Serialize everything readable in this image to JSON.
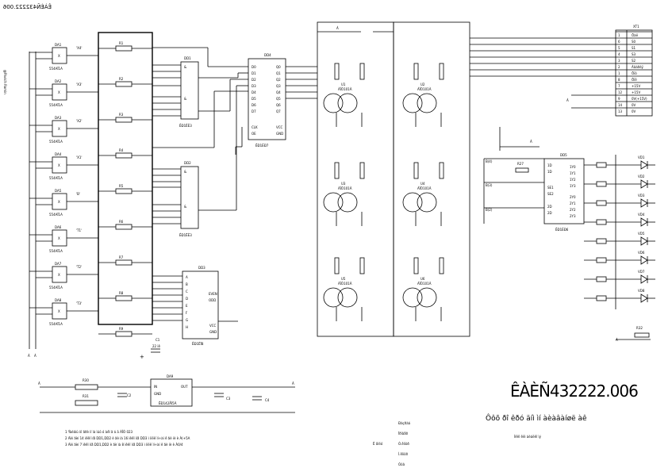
{
  "doc_number_mirrored": "ÊÀÈÑ432222.006",
  "side_label": "@Pavich Romin",
  "title_block": {
    "number": "ÊÀÈÑ432222.006",
    "name": "Ôôõ ðî êðó äíì  ìí àèàâàíøë àê",
    "sheet": "Ìêêî êëì áèáëêî ìý"
  },
  "notes": [
    "1 Ýàèâìû  ìíî ãðè ìî ìà ìûõ ó àêî ã á ä ÀÎÒ 023",
    "2 Ãèí ãèí 14   ìêêî ìíå  DD1,DD2 è ãè ìà 16  ìêêî ìíå  DD3 ì ìîëê ìî÷àí ê ãè íè è À(+5A",
    "3 Ãèí ãèí 7    ìêêî ìíå  DD1,DD2 è ãè ìà 8   ìêêî ìíå  DD3 ì ìîëê ìî÷àí ê ãè íè è À0/4"
  ],
  "signatures": [
    "Ðàçðàá",
    "Ïðîâåð",
    "Ò.êîíòð",
    "Í.êîíòð",
    "Óòâ"
  ],
  "signatures_left": [
    "",
    "",
    "Ë ôîëó",
    "",
    ""
  ],
  "opto_left": [
    {
      "ref": "DA1",
      "label": "'X4'",
      "part": "554AÏ1A"
    },
    {
      "ref": "DA2",
      "label": "'X3'",
      "part": "554AÏ1A"
    },
    {
      "ref": "DA3",
      "label": "'X2'",
      "part": "554AÏ1A"
    },
    {
      "ref": "DA4",
      "label": "'X1'",
      "part": "554AÏ1A"
    },
    {
      "ref": "DA5",
      "label": "'B'",
      "part": "554AÏ1A"
    },
    {
      "ref": "DA6",
      "label": "'T1'",
      "part": "554AÏ1A"
    },
    {
      "ref": "DA7",
      "label": "'T2'",
      "part": "554AÏ1A"
    },
    {
      "ref": "DA8",
      "label": "'T3'",
      "part": "554AÏ1A"
    }
  ],
  "resistors_col": [
    "R1",
    "R2",
    "R3",
    "R4",
    "R5",
    "R6",
    "R7",
    "R8",
    "R9"
  ],
  "chips": {
    "dd1": "ÊÐ1ËÈ3",
    "dd2": "ÊÐ1ËÈ3",
    "dd3": "ÊÐ1ËÏ8",
    "dd4": "ÊÐ1ÈÐ7",
    "dd5": "ÊÐ1ÈÐ6",
    "da9": "ÊÐ142ÅÍ5À"
  },
  "optocouplers": [
    {
      "ref": "U1",
      "part": "ÀÎÒ101À"
    },
    {
      "ref": "U2",
      "part": "ÀÎÒ101À"
    },
    {
      "ref": "U3",
      "part": "ÀÎÒ101À"
    },
    {
      "ref": "U4",
      "part": "ÀÎÒ101À"
    },
    {
      "ref": "U5",
      "part": "ÀÎÒ101À"
    },
    {
      "ref": "U6",
      "part": "ÀÎÒ101À"
    }
  ],
  "connector": {
    "ref": "XT1",
    "rows": [
      {
        "pin": "1",
        "label": "Öàë"
      },
      {
        "pin": "6",
        "label": "S0"
      },
      {
        "pin": "5",
        "label": "S1"
      },
      {
        "pin": "4",
        "label": "S3"
      },
      {
        "pin": "3",
        "label": "S2"
      },
      {
        "pin": "2",
        "label": "Àâàðèÿ"
      },
      {
        "pin": "1",
        "label": "Öïò"
      },
      {
        "pin": "8",
        "label": "Öïë"
      },
      {
        "pin": "7",
        "label": "+15V"
      },
      {
        "pin": "12",
        "label": "+15V"
      },
      {
        "pin": "9",
        "label": "0V(+15V)"
      },
      {
        "pin": "14",
        "label": "0V"
      },
      {
        "pin": "13",
        "label": "0V"
      }
    ]
  },
  "leds": [
    "VD1",
    "VD2",
    "VD3",
    "VD4",
    "VD5",
    "VD6",
    "VD7",
    "VD8"
  ],
  "cap_labels": {
    "c1": "C1",
    "c2": "C2",
    "c3": "C3",
    "c4": "C4",
    "c1_val": "22 ìê"
  },
  "power_labels": {
    "a": "À",
    "r30": "R30",
    "r31": "R31"
  }
}
